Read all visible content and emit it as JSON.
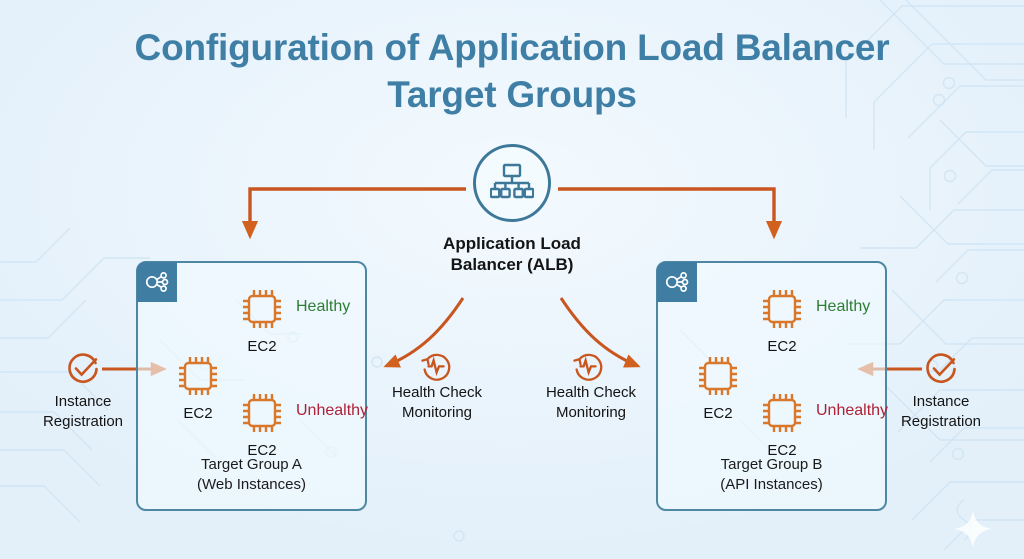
{
  "page": {
    "title_line1": "Configuration of Application Load Balancer",
    "title_line2": "Target Groups",
    "title_color": "#3f7fa6",
    "background_color": "#e9f4fc",
    "accent_orange": "#c9591f",
    "accent_blue": "#3f7da3",
    "healthy_color": "#2d7d33",
    "unhealthy_color": "#ad2237"
  },
  "alb": {
    "icon": "load-balancer-hierarchy-icon",
    "label_line1": "Application Load",
    "label_line2": "Balancer (ALB)"
  },
  "target_groups": [
    {
      "id": "a",
      "badge_icon": "share-nodes-icon",
      "caption_line1": "Target Group A",
      "caption_line2": "(Web Instances)",
      "instances": [
        {
          "label": "EC2",
          "status": "Healthy",
          "status_kind": "healthy",
          "position": "top"
        },
        {
          "label": "EC2",
          "status": "",
          "status_kind": "none",
          "position": "middle"
        },
        {
          "label": "EC2",
          "status": "Unhealthy",
          "status_kind": "unhealthy",
          "position": "bottom"
        }
      ]
    },
    {
      "id": "b",
      "badge_icon": "share-nodes-icon",
      "caption_line1": "Target Group B",
      "caption_line2": "(API Instances)",
      "instances": [
        {
          "label": "EC2",
          "status": "Healthy",
          "status_kind": "healthy",
          "position": "top"
        },
        {
          "label": "EC2",
          "status": "",
          "status_kind": "none",
          "position": "middle"
        },
        {
          "label": "EC2",
          "status": "Unhealthy",
          "status_kind": "unhealthy",
          "position": "bottom"
        }
      ]
    }
  ],
  "registration": [
    {
      "side": "left",
      "icon": "check-circle-icon",
      "label_line1": "Instance",
      "label_line2": "Registration"
    },
    {
      "side": "right",
      "icon": "check-circle-icon",
      "label_line1": "Instance",
      "label_line2": "Registration"
    }
  ],
  "health_checks": [
    {
      "side": "left",
      "icon": "pulse-refresh-icon",
      "label_line1": "Health Check",
      "label_line2": "Monitoring"
    },
    {
      "side": "right",
      "icon": "pulse-refresh-icon",
      "label_line1": "Health Check",
      "label_line2": "Monitoring"
    }
  ],
  "decor": {
    "sparkle_icon": "sparkle-icon",
    "circuit_trace_icon": "circuit-traces"
  }
}
